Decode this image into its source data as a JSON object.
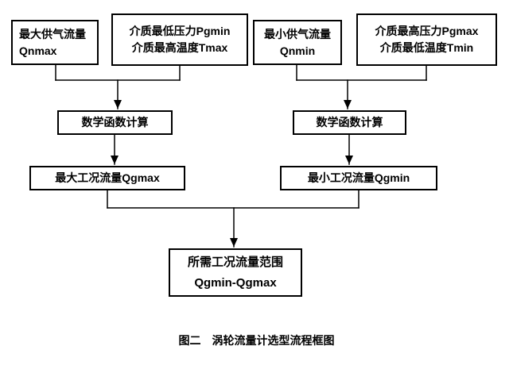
{
  "diagram": {
    "caption": "图二　涡轮流量计选型流程框图",
    "colors": {
      "line": "#000000",
      "box_border": "#000000",
      "background": "#ffffff",
      "text": "#000000"
    },
    "boxes": {
      "qnmax": {
        "line1": "最大供气流量",
        "line2": "Qnmax"
      },
      "pgmin_tmax": {
        "line1": "介质最低压力Pgmin",
        "line2": "介质最高温度Tmax"
      },
      "qnmin": {
        "line1": "最小供气流量",
        "line2": "Qnmin"
      },
      "pgmax_tmin": {
        "line1": "介质最高压力Pgmax",
        "line2": "介质最低温度Tmin"
      },
      "calc_left": {
        "line1": "数学函数计算"
      },
      "calc_right": {
        "line1": "数学函数计算"
      },
      "qgmax": {
        "line1": "最大工况流量Qgmax"
      },
      "qgmin": {
        "line1": "最小工况流量Qgmin"
      },
      "range": {
        "line1": "所需工况流量范围",
        "line2": "Qgmin-Qgmax"
      }
    }
  }
}
